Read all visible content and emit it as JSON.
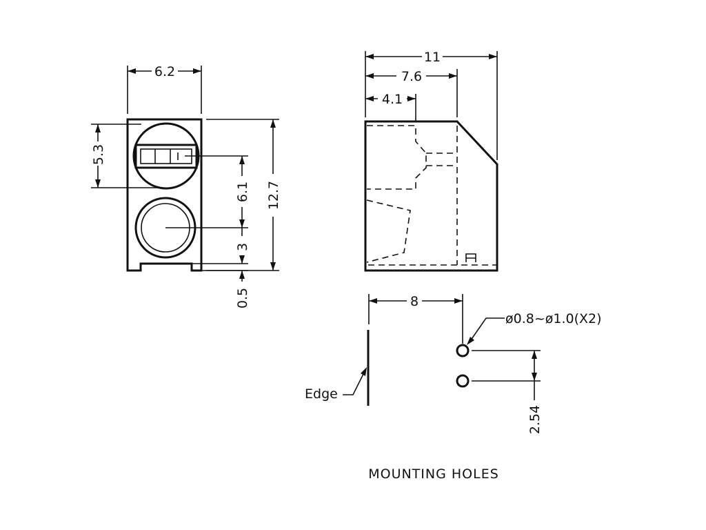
{
  "front_view": {
    "width_label": "6.2",
    "upper_lens_label": "5.3",
    "lens_spacing_label": "6.1",
    "height_label": "12.7",
    "lower_lens_label": "3",
    "base_label": "0.5"
  },
  "side_view": {
    "overall_depth_label": "11",
    "body_depth_label": "7.6",
    "emitter_depth_label": "4.1"
  },
  "mounting": {
    "edge_distance_label": "8",
    "hole_spec_label": "ø0.8~ø1.0(X2)",
    "edge_label": "Edge",
    "pitch_label": "2.54",
    "caption": "MOUNTING HOLES"
  }
}
